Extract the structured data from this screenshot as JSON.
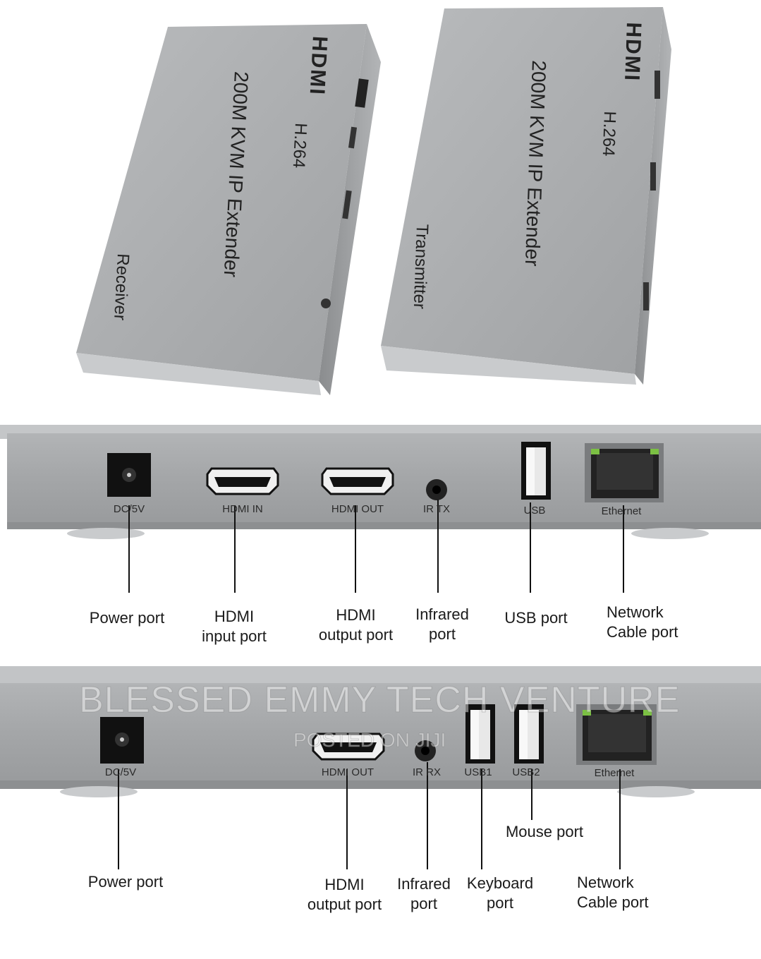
{
  "receiver_box": {
    "brand": "HDMI",
    "codec": "H.264",
    "product": "200M KVM IP Extender",
    "role": "Receiver"
  },
  "transmitter_box": {
    "brand": "HDMI",
    "codec": "H.264",
    "product": "200M KVM IP Extender",
    "role": "Transmitter"
  },
  "panel1": {
    "port_labels": [
      "DC/5V",
      "HDMI IN",
      "HDMI OUT",
      "IR TX",
      "USB",
      "Ethernet"
    ],
    "callouts": [
      {
        "line1": "Power port",
        "line2": ""
      },
      {
        "line1": "HDMI",
        "line2": "input port"
      },
      {
        "line1": "HDMI",
        "line2": "output port"
      },
      {
        "line1": "Infrared",
        "line2": "port"
      },
      {
        "line1": "USB port",
        "line2": ""
      },
      {
        "line1": "Network",
        "line2": "Cable port"
      }
    ]
  },
  "panel2": {
    "port_labels": [
      "DC/5V",
      "HDMI OUT",
      "IR RX",
      "USB1",
      "USB2",
      "Ethernet"
    ],
    "callouts": [
      {
        "line1": "Power port",
        "line2": ""
      },
      {
        "line1": "HDMI",
        "line2": "output port"
      },
      {
        "line1": "Infrared",
        "line2": "port"
      },
      {
        "line1": "Keyboard",
        "line2": "port"
      },
      {
        "line1": "Mouse port",
        "line2": ""
      },
      {
        "line1": "Network",
        "line2": "Cable port"
      }
    ]
  },
  "watermark": {
    "line1": "BLESSED EMMY TECH VENTURE",
    "line2": "POSTED ON JIJI"
  },
  "colors": {
    "metal": "#a9abad",
    "metal_dark": "#8c8e90",
    "port_black": "#111111",
    "ethernet_green": "#7bc043"
  }
}
